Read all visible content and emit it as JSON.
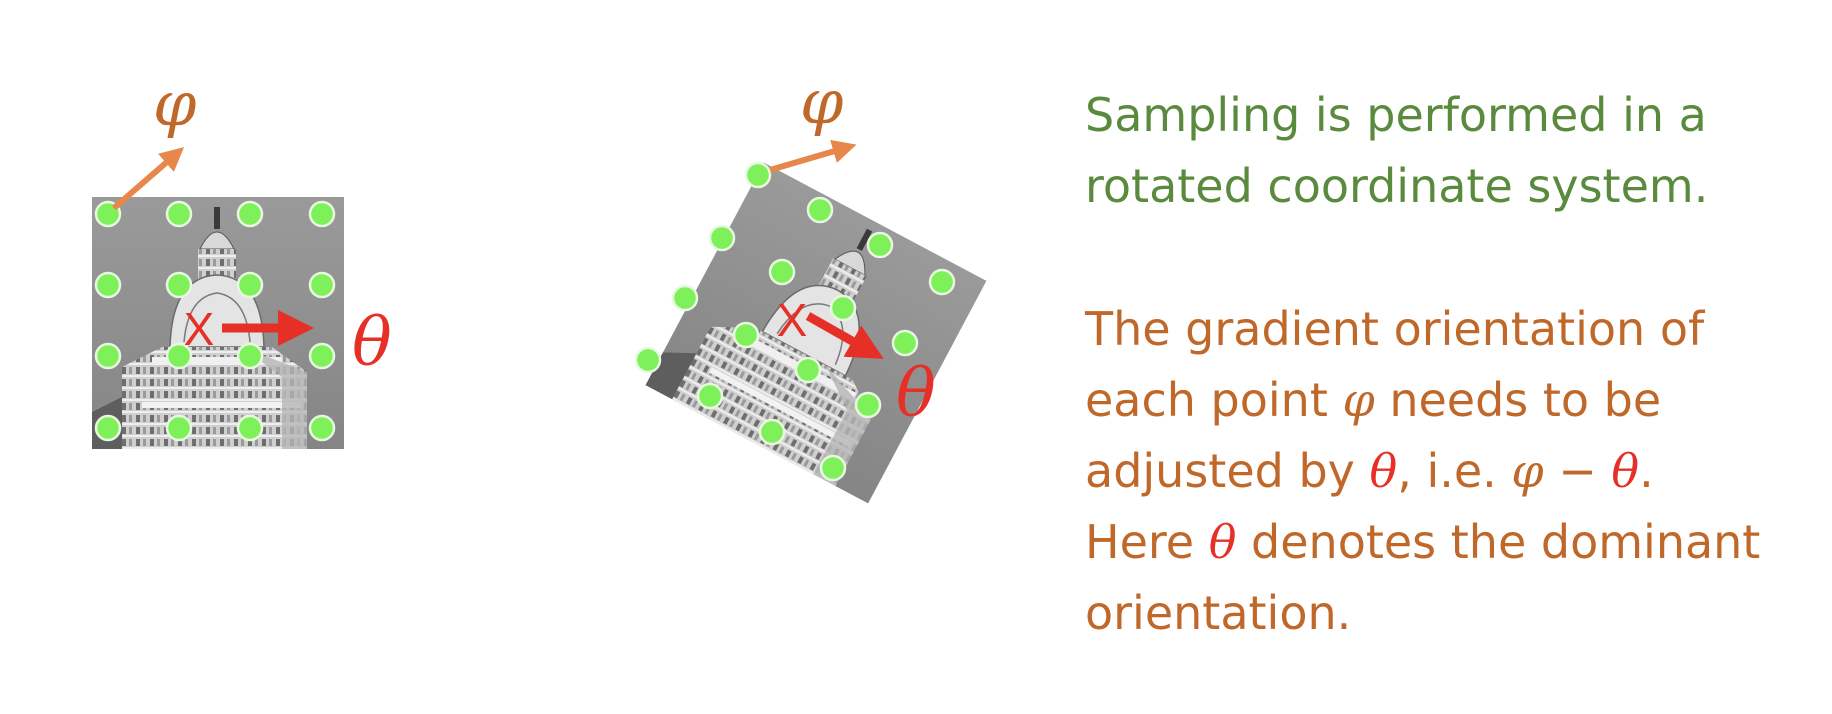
{
  "labels": {
    "phi": "φ",
    "theta": "θ",
    "center_marker": "X"
  },
  "text": {
    "sampling_line1": "Sampling is performed in a",
    "sampling_line2": "rotated coordinate system.",
    "gradient_line1": "The gradient orientation of",
    "gradient_line2_a": "each point ",
    "gradient_line2_phi": "φ",
    "gradient_line2_b": " needs to be",
    "gradient_line3_a": "adjusted by ",
    "gradient_line3_theta": "θ",
    "gradient_line3_b": ", i.e. ",
    "gradient_line3_expr_phi": "φ",
    "gradient_line3_expr_minus": " − ",
    "gradient_line3_expr_theta": "θ",
    "gradient_line3_end": ".",
    "gradient_line4_a": "Here ",
    "gradient_line4_theta": "θ",
    "gradient_line4_b": " denotes the dominant",
    "gradient_line5": "orientation."
  },
  "colors": {
    "green_text": "#5a8a3e",
    "orange_text": "#c0682a",
    "red_math": "#e63027",
    "sample_point": "#7ef05a",
    "phi_arrow": "#e8874a",
    "theta_arrow": "#e63027",
    "patch_gray": "#8c8c8c"
  },
  "icons": {
    "patch_image": "grayscale-building-dome-photo"
  }
}
